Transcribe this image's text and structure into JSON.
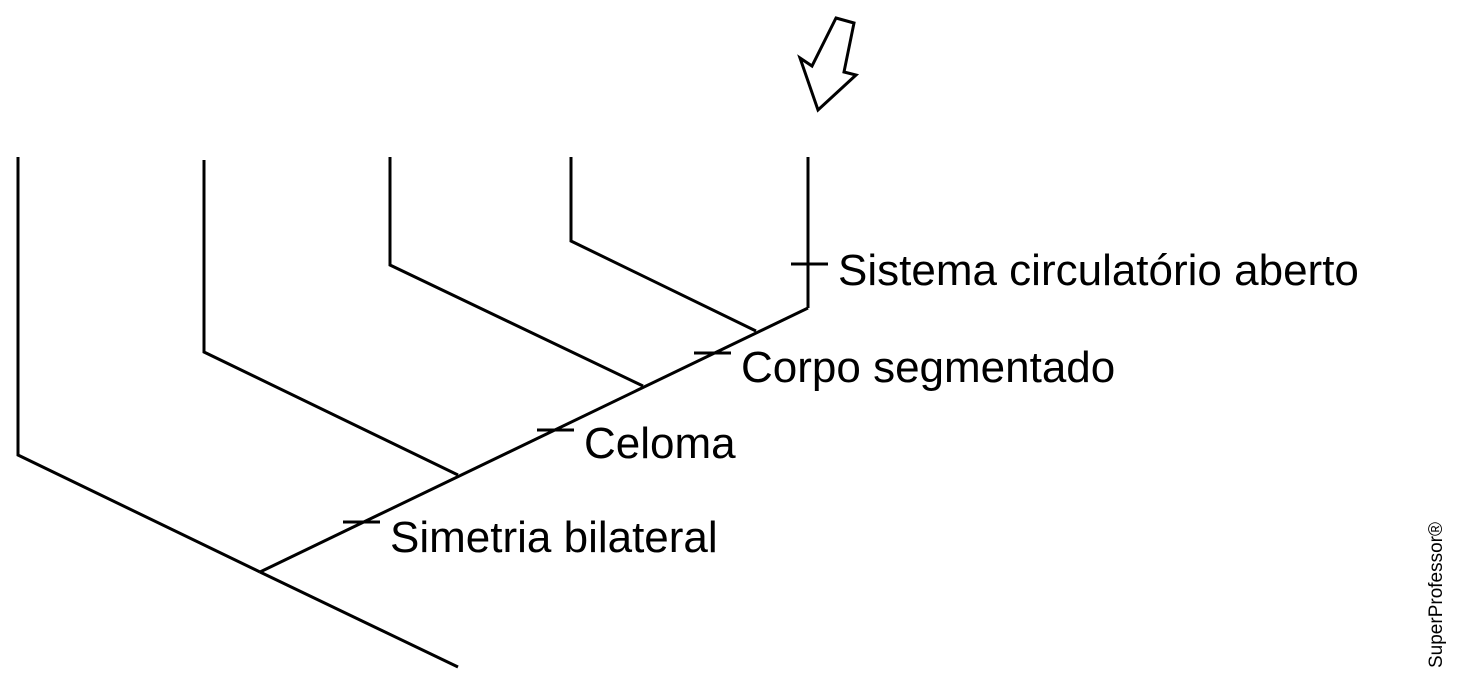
{
  "cladogram": {
    "taxa_count": 5,
    "traits": [
      {
        "label": "Simetria bilateral"
      },
      {
        "label": "Celoma"
      },
      {
        "label": "Corpo segmentado"
      },
      {
        "label": "Sistema circulatório aberto"
      }
    ],
    "indicator": {
      "icon": "down-arrow-icon",
      "points_to_taxon": 5
    },
    "line_color": "#000000",
    "background_color": "#ffffff"
  },
  "watermark": {
    "text": "SuperProfessor®"
  }
}
